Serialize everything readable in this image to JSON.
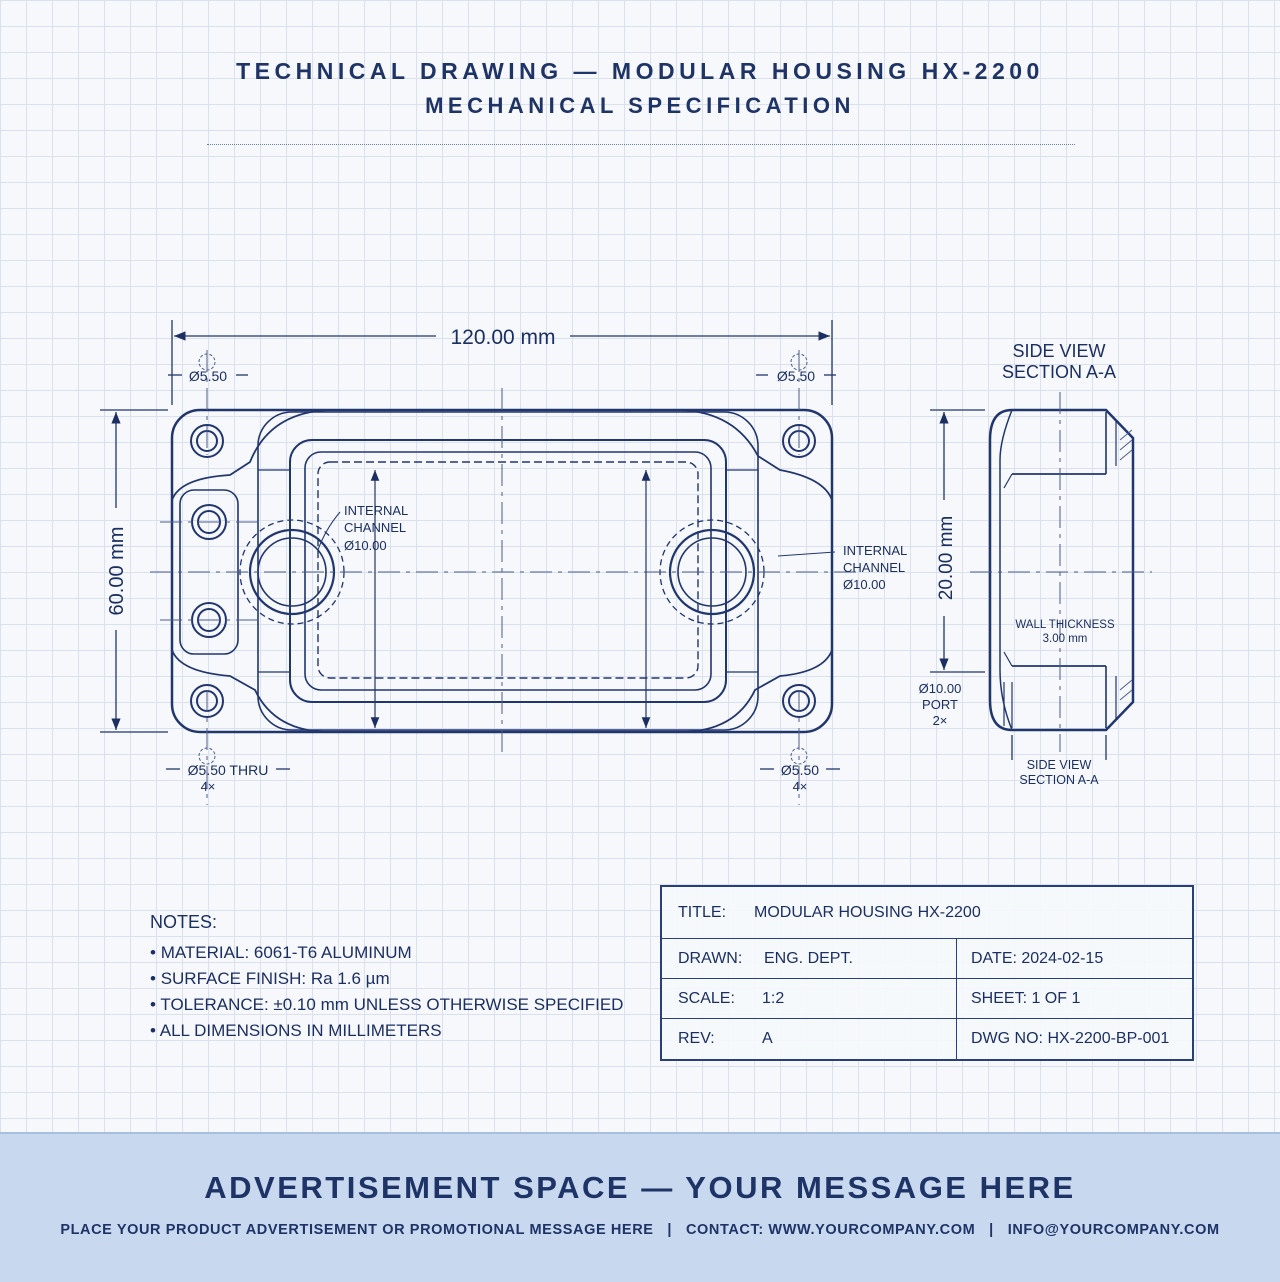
{
  "header": {
    "title": "TECHNICAL DRAWING — MODULAR HOUSING HX-2200",
    "subtitle": "MECHANICAL SPECIFICATION"
  },
  "drawing": {
    "width_dim": "120.00 mm",
    "height_dim": "60.00 mm",
    "hole_top_left": "Ø5.50",
    "hole_top_right": "Ø5.50",
    "hole_bottom_left": "Ø5.50 THRU",
    "hole_bottom_left_qty": "4×",
    "hole_bottom_right": "Ø5.50",
    "hole_bottom_right_qty": "4×",
    "channel_left": [
      "INTERNAL",
      "CHANNEL",
      "Ø10.00"
    ],
    "channel_right": [
      "INTERNAL",
      "CHANNEL",
      "Ø10.00"
    ],
    "side_view_title": [
      "SIDE VIEW",
      "SECTION A-A"
    ],
    "side_height_dim": "20.00 mm",
    "wall_thickness": [
      "WALL THICKNESS",
      "3.00 mm"
    ],
    "port": [
      "Ø10.00",
      "PORT",
      "2×"
    ],
    "side_view_caption": [
      "SIDE VIEW",
      "SECTION A-A"
    ]
  },
  "notes": {
    "heading": "NOTES:",
    "items": [
      "MATERIAL: 6061-T6 ALUMINUM",
      "SURFACE FINISH: Ra 1.6 µm",
      "TOLERANCE: ±0.10 mm UNLESS OTHERWISE SPECIFIED",
      "ALL DIMENSIONS IN MILLIMETERS"
    ]
  },
  "title_block": {
    "title_label": "TITLE:",
    "title_value": "MODULAR HOUSING HX-2200",
    "drawn_label": "DRAWN:",
    "drawn_value": "ENG. DEPT.",
    "date": "DATE: 2024-02-15",
    "scale_label": "SCALE:",
    "scale_value": "1:2",
    "sheet": "SHEET: 1 OF 1",
    "rev_label": "REV:",
    "rev_value": "A",
    "dwg_no": "DWG NO: HX-2200-BP-001"
  },
  "ad": {
    "title": "ADVERTISEMENT SPACE — YOUR MESSAGE HERE",
    "subtitle": "PLACE YOUR PRODUCT ADVERTISEMENT OR PROMOTIONAL MESSAGE HERE   |   CONTACT: WWW.YOURCOMPANY.COM   |   INFO@YOURCOMPANY.COM"
  }
}
